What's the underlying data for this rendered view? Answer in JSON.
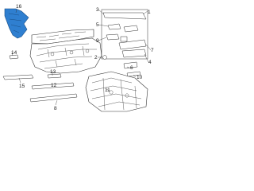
{
  "callouts": {
    "c1": "1",
    "c2": "2",
    "c3": "3",
    "c4": "4",
    "c5": "5",
    "c6": "6",
    "c7": "7",
    "c8": "8",
    "c9": "9",
    "c10": "10",
    "c11": "11",
    "c12": "12",
    "c13": "13",
    "c14": "14",
    "c15": "15",
    "c16": "16"
  },
  "colors": {
    "highlight": "#2f7fd0",
    "line": "#333333"
  }
}
